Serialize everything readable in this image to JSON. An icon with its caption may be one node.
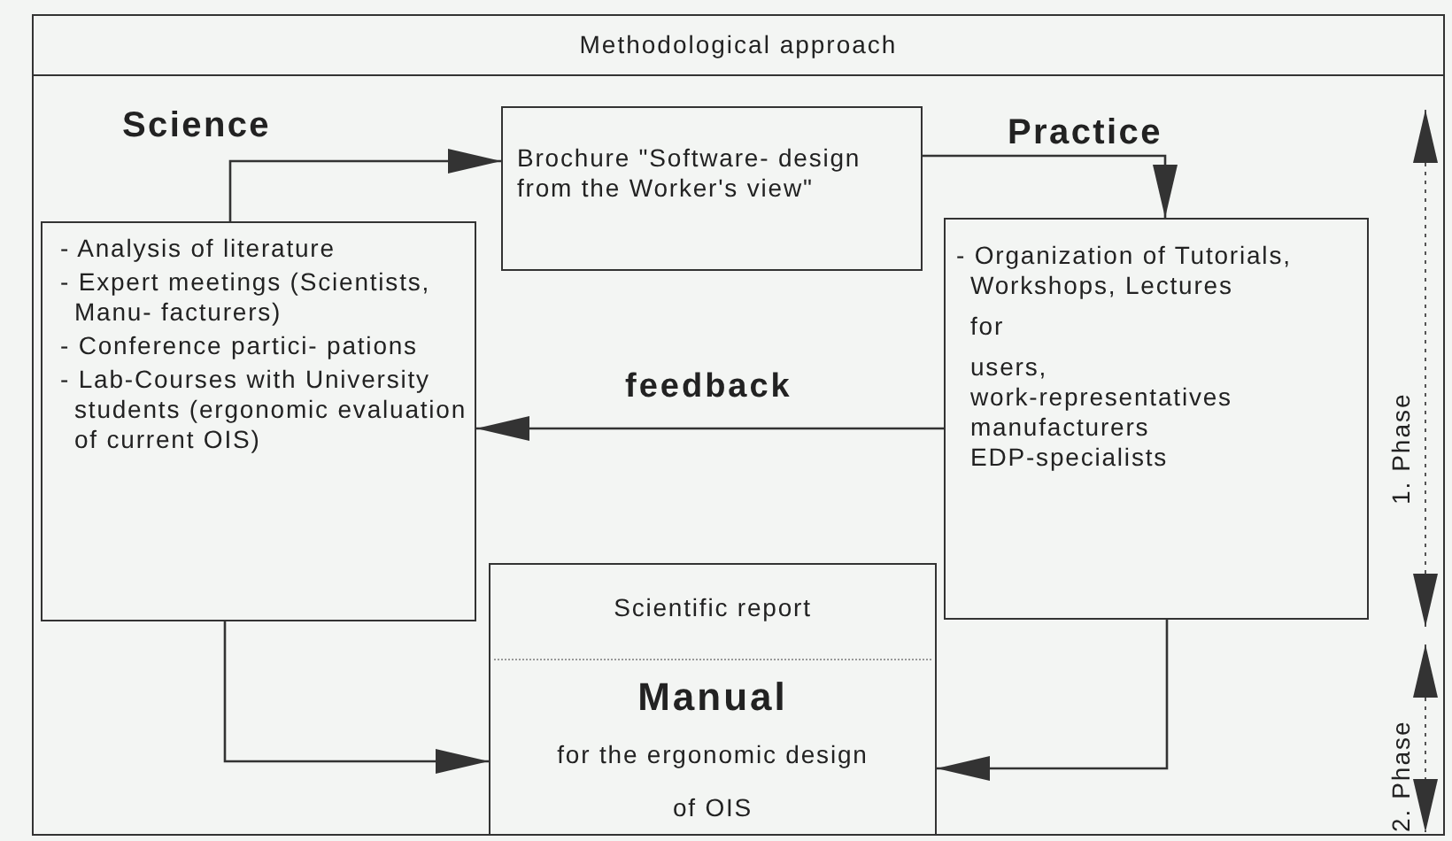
{
  "diagram": {
    "title": "Methodological approach",
    "nodes": [
      {
        "text": [
          "Science",
          "- Analysis of literature",
          "- Expert meetings (Scientists, Manu- facturers)",
          "- Conference partici- pations",
          "- Lab-Courses with University students (ergonomic evaluation of current OIS)"
        ]
      },
      {
        "text": [
          "Brochure \"Software- design from the Worker's view\""
        ]
      },
      {
        "text": [
          "Practice",
          "- Organization of Tutorials, Workshops, Lectures",
          "for",
          "users,",
          "work-representatives",
          "manufacturers",
          "EDP-specialists"
        ]
      },
      {
        "text": [
          "Scientific report",
          "Manual",
          "for the ergonomic design of OIS"
        ]
      }
    ],
    "edges": [
      {
        "from": 0,
        "to": 1,
        "arrow": "to"
      },
      {
        "from": 1,
        "to": 2,
        "arrow": "to"
      },
      {
        "from": 2,
        "to": 0,
        "arrow": "to",
        "label": "feedback"
      },
      {
        "from": 0,
        "to": 3,
        "arrow": "to"
      },
      {
        "from": 2,
        "to": 3,
        "arrow": "to"
      }
    ],
    "labels": [
      "1. Phase",
      "2. Phase"
    ]
  }
}
